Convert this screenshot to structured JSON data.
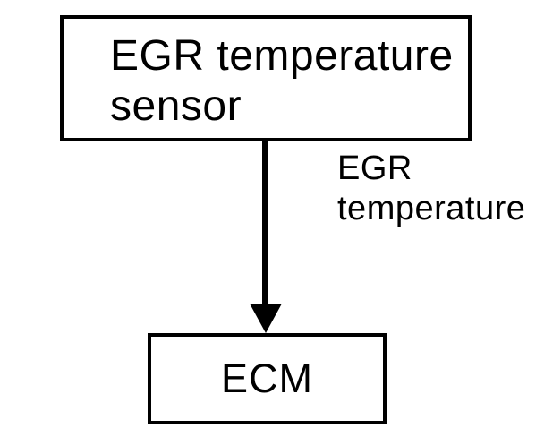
{
  "diagram": {
    "type": "flow-diagram",
    "colors": {
      "background": "#ffffff",
      "line": "#000000",
      "text": "#000000"
    },
    "nodes": [
      {
        "id": "egr-temperature-sensor",
        "label": "EGR temperature sensor",
        "lines": [
          "EGR temperature",
          "sensor"
        ],
        "shape": "rectangle"
      },
      {
        "id": "ecm",
        "label": "ECM",
        "lines": [
          "ECM"
        ],
        "shape": "rectangle"
      }
    ],
    "edges": [
      {
        "from": "egr-temperature-sensor",
        "to": "ecm",
        "label": "EGR temperature",
        "label_lines": [
          "EGR",
          "temperature"
        ],
        "direction": "down",
        "arrowhead": "filled-triangle"
      }
    ]
  }
}
